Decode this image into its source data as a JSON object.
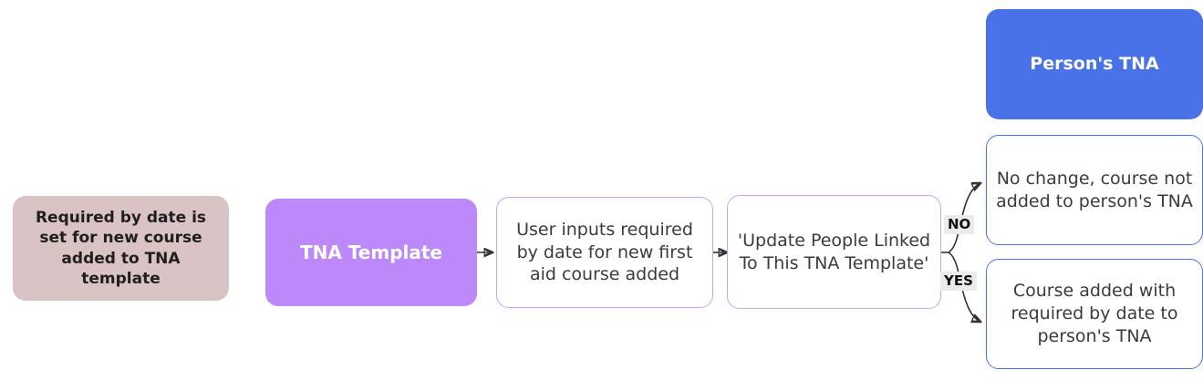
{
  "diagram": {
    "title": "TNA template required-by-date flow",
    "background": "#ffffff",
    "palette": {
      "mauve_fill": "#d9c3c5",
      "purple_fill": "#bd88fa",
      "purple_stroke": "#cba3f7",
      "blue_fill": "#4a72e8",
      "blue_stroke": "#4a72e8",
      "edge_stroke": "#333333",
      "edge_label_bg": "#ebebeb",
      "body_text": "#3b3b3b"
    }
  },
  "nodes": {
    "trigger": {
      "text": "Required by date is set for new course added to TNA template"
    },
    "tna_template": {
      "text": "TNA Template"
    },
    "user_input": {
      "text": "User inputs required by date for new first aid course added"
    },
    "update_people": {
      "text": "'Update People Linked To This TNA Template'"
    },
    "persons_tna": {
      "text": "Person's TNA"
    },
    "no_change": {
      "text": "No change, course not added to person's TNA"
    },
    "course_added": {
      "text": "Course added with required by date to person's TNA"
    }
  },
  "edge_labels": {
    "no": "NO",
    "yes": "YES"
  }
}
